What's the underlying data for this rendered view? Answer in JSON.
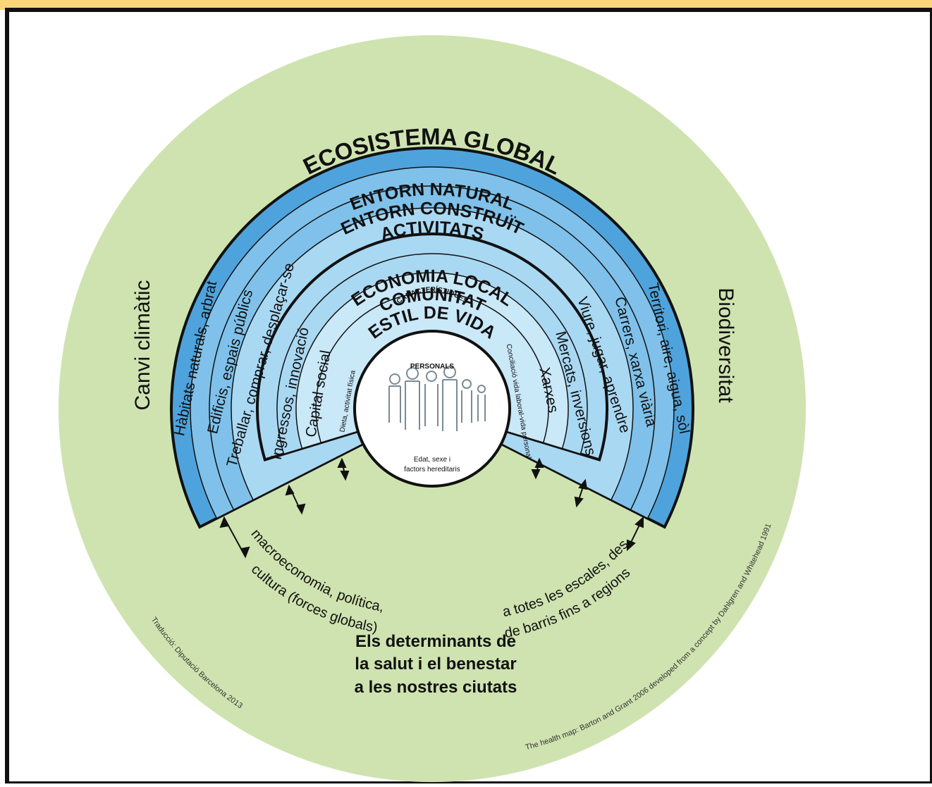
{
  "colors": {
    "banner": "#fbd57a",
    "frame": "#111111",
    "outer_disc": "#cfe3b0",
    "band_dark": "#4fa3dc",
    "band_mid": "#7fc1ea",
    "band_light": "#a9d8f3",
    "band_lightest": "#c9e8f8",
    "center": "#ffffff",
    "ink": "#111111"
  },
  "diagram": {
    "outer_title": "ECOSISTEMA GLOBAL",
    "side_left": "Canvi climàtic",
    "side_right": "Biodiversitat",
    "spheres": [
      {
        "label": "ENTORN NATURAL",
        "left": "Hàbitats naturals, arbrat",
        "right": "Territori, aire, aigua, sòl"
      },
      {
        "label": "ENTORN CONSTRUÏT",
        "left": "Edificis, espais públics",
        "right": "Carrers, xarxa viària"
      },
      {
        "label": "ACTIVITATS",
        "left": "Treballar, comprar, desplaçar-se",
        "right": "Viure, jugar, aprendre"
      },
      {
        "label": "ECONOMIA LOCAL",
        "left": "Ingressos, innovació",
        "right": "Mercats, inversions"
      },
      {
        "label": "COMUNITAT",
        "left": "Capital social",
        "right": "Xarxes"
      },
      {
        "label": "ESTIL DE VIDA",
        "left": "Dieta, activitat física",
        "right": "Conciliació vida laboral-vida personal"
      }
    ],
    "center_title_1": "CARACTERÍSTIQUES",
    "center_title_2": "PERSONALS",
    "center_sub_1": "Edat, sexe i",
    "center_sub_2": "factors hereditaris",
    "bottom_left_1": "macroeconomia, política,",
    "bottom_left_2": "cultura (forces globals)",
    "bottom_right_1": "a totes les escales, des",
    "bottom_right_2": "de barris fins a regions",
    "caption_1": "Els determinants de",
    "caption_2": "la salut i el benestar",
    "caption_3": "a les nostres ciutats",
    "credit_left": "Traducció: Diputació Barcelona 2013",
    "credit_right": "The health map: Barton and Grant 2006 developed from a concept by Dahlgren and Whitehead 1991"
  }
}
